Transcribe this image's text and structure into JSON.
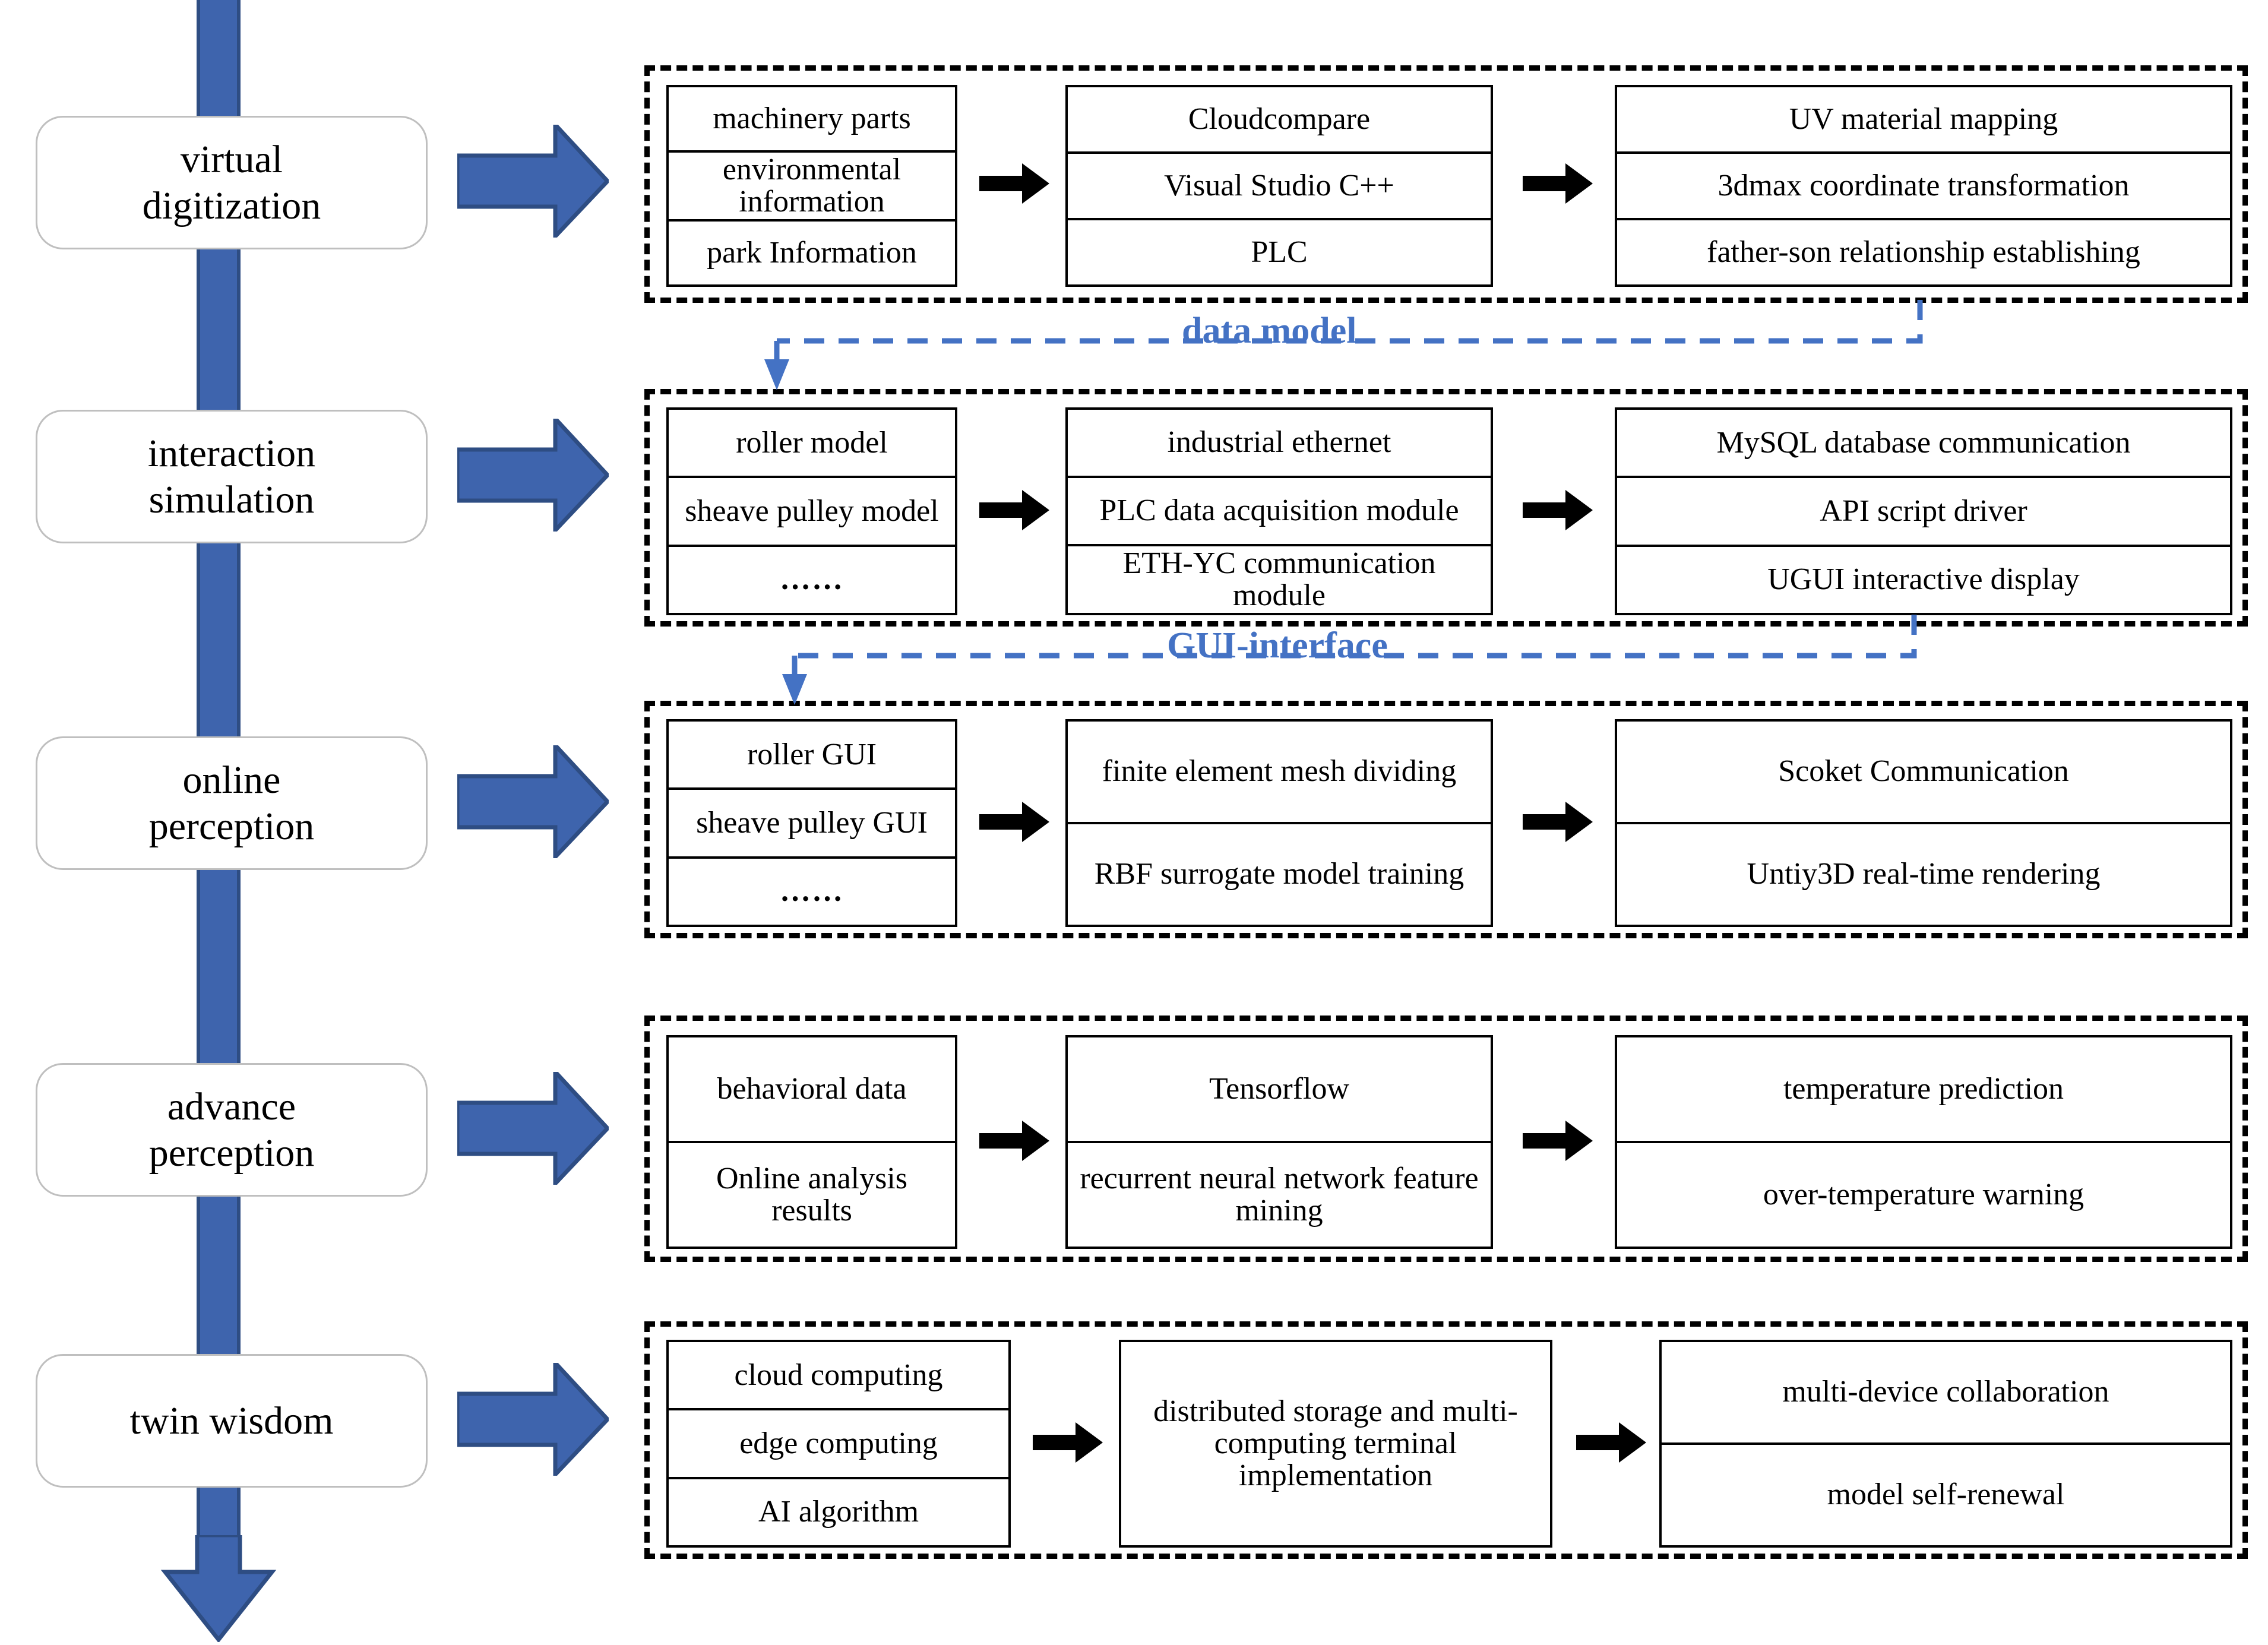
{
  "colors": {
    "spine_blue": "#3E64AD",
    "spine_blue_dark": "#2E4D83",
    "feedback_blue": "#4472C4",
    "pill_border": "#BFBFBF",
    "line_black": "#000000"
  },
  "stages": [
    {
      "id": "virtual-digitization",
      "line1": "virtual",
      "line2": "digitization"
    },
    {
      "id": "interaction-simulation",
      "line1": "interaction",
      "line2": "simulation"
    },
    {
      "id": "online-perception",
      "line1": "online",
      "line2": "perception"
    },
    {
      "id": "advance-perception",
      "line1": "advance",
      "line2": "perception"
    },
    {
      "id": "twin-wisdom",
      "line1": "twin wisdom",
      "line2": ""
    }
  ],
  "rows": [
    {
      "id": "row-virtual-digitization",
      "panels": [
        {
          "id": "panel-inputs",
          "cells": [
            "machinery parts",
            "environmental information",
            "park Information"
          ]
        },
        {
          "id": "panel-tools",
          "cells": [
            "Cloudcompare",
            "Visual Studio C++",
            "PLC"
          ]
        },
        {
          "id": "panel-outputs",
          "cells": [
            "UV material mapping",
            "3dmax coordinate transformation",
            "father-son relationship establishing"
          ]
        }
      ]
    },
    {
      "id": "row-interaction-simulation",
      "panels": [
        {
          "id": "panel-models",
          "cells": [
            "roller model",
            "sheave pulley model",
            "……"
          ]
        },
        {
          "id": "panel-comms",
          "cells": [
            "industrial ethernet",
            "PLC data acquisition module",
            "ETH-YC communication module"
          ]
        },
        {
          "id": "panel-drivers",
          "cells": [
            "MySQL database communication",
            "API script driver",
            "UGUI interactive display"
          ]
        }
      ]
    },
    {
      "id": "row-online-perception",
      "panels": [
        {
          "id": "panel-guis",
          "cells": [
            "roller GUI",
            "sheave pulley GUI",
            "……"
          ]
        },
        {
          "id": "panel-fem",
          "cells": [
            "finite element mesh dividing",
            "RBF surrogate model training"
          ]
        },
        {
          "id": "panel-render",
          "cells": [
            "Scoket Communication",
            "Untiy3D real-time rendering"
          ]
        }
      ]
    },
    {
      "id": "row-advance-perception",
      "panels": [
        {
          "id": "panel-data",
          "cells": [
            "behavioral data",
            "Online analysis results"
          ]
        },
        {
          "id": "panel-ml",
          "cells": [
            "Tensorflow",
            "recurrent neural network feature mining"
          ]
        },
        {
          "id": "panel-predict",
          "cells": [
            "temperature prediction",
            "over-temperature warning"
          ]
        }
      ]
    },
    {
      "id": "row-twin-wisdom",
      "panels": [
        {
          "id": "panel-compute",
          "cells": [
            "cloud computing",
            "edge computing",
            "AI algorithm"
          ]
        },
        {
          "id": "panel-storage",
          "cells": [
            "distributed storage and multi-computing terminal implementation"
          ]
        },
        {
          "id": "panel-collab",
          "cells": [
            "multi-device collaboration",
            "model self-renewal"
          ]
        }
      ]
    }
  ],
  "feedback_links": [
    {
      "id": "feedback-data-model",
      "label": "data model"
    },
    {
      "id": "feedback-gui-interface",
      "label": "GUI-interface"
    }
  ]
}
